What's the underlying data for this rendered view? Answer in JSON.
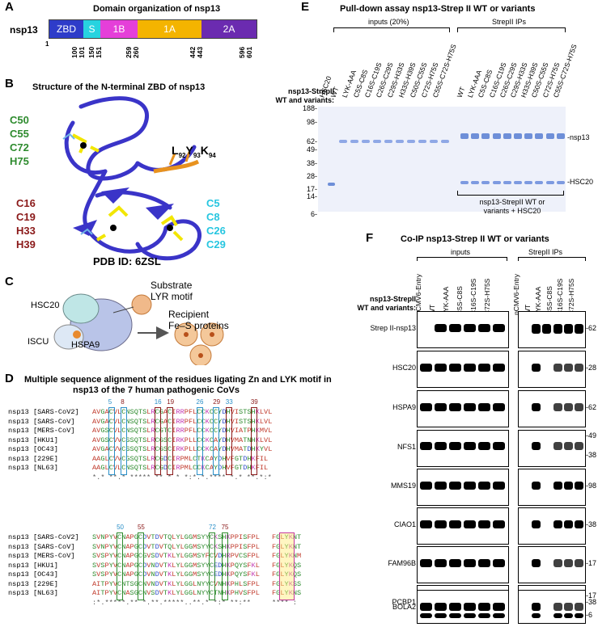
{
  "panelA": {
    "label": "A",
    "title": "Domain organization of nsp13",
    "protein": "nsp13",
    "domains": [
      {
        "name": "ZBD",
        "color": "#2e3cc9"
      },
      {
        "name": "S",
        "color": "#27d3e0"
      },
      {
        "name": "1B",
        "color": "#e53fd9"
      },
      {
        "name": "1A",
        "color": "#f4b400"
      },
      {
        "name": "2A",
        "color": "#6b2bb0"
      }
    ],
    "ticks": [
      "1",
      "100",
      "101",
      "150",
      "151",
      "259",
      "260",
      "442",
      "443",
      "596",
      "601"
    ]
  },
  "panelB": {
    "label": "B",
    "title": "Structure of the N-terminal ZBD of nsp13",
    "green_residues": [
      "C50",
      "C55",
      "C72",
      "H75"
    ],
    "red_residues": [
      "C16",
      "C19",
      "H33",
      "H39"
    ],
    "cyan_residues": [
      "C5",
      "C8",
      "C26",
      "C29"
    ],
    "lyk_motif": {
      "L": "L",
      "l_sub": "92",
      "Y": "Y",
      "y_sub": "93",
      "K": "K",
      "k_sub": "94"
    },
    "pdb": "PDB ID: 6ZSL"
  },
  "panelC": {
    "label": "C",
    "hsc20": "HSC20",
    "iscu": "ISCU",
    "hspa9": "HSPA9",
    "substrate": "Substrate",
    "lyr": "LYR motif",
    "recipient": "Recipient",
    "fes": "Fe–S proteins"
  },
  "panelD": {
    "label": "D",
    "title_line1": "Multiple sequence alignment of the residues ligating Zn and LYK motif in",
    "title_line2": "nsp13 of the 7 human pathogenic CoVs",
    "block1_numbers": {
      "n5": "5",
      "n8": "8",
      "n16": "16",
      "n19": "19",
      "n26": "26",
      "n29": "29",
      "n33": "33",
      "n39": "39"
    },
    "block2_numbers": {
      "n50": "50",
      "n55": "55",
      "n72": "72",
      "n75": "75"
    },
    "names": [
      "nsp13 [SARS-CoV2]",
      "nsp13 [SARS-CoV]",
      "nsp13 [MERS-CoV]",
      "nsp13 [HKU1]",
      "nsp13 [OC43]",
      "nsp13 [229E]",
      "nsp13 [NL63]"
    ],
    "block1_seqs": [
      "AVGACVLCNSQTSLRCGACIRRPFLCCKCCYDHVISTSHKLVL",
      "AVGACVLCNSQTSLRCGACIRRPFLCCKCCYDHVISTSHKLVL",
      "AVGSCVLCNSQTSLRCGTCIRRPFLCCKCCYDHVIATPHKMVL",
      "AVGSCVVCSSQTSLRCGSCIRKPLLCCKCAYDHVMATNHKLVL",
      "AVGACVVCSSQTSLRCGSCIRKPLLCCKCAYDHVMATDHKYVL",
      "AAGLCVVCGSQTSLRCGDCIRPMLCTKCAYDHVFGTDHKFIL",
      "AAGLCVLCNSQTSLRCGDCIRPMLCCKCAYDHVFGTDHKFIL"
    ],
    "block1_cons": "*.* **.* ***** ** * * *:*.*.**** *.* **.*:*",
    "block2_seqs": [
      "SVNPYVCNAPGCDVTDVTQLYLGGMSYYCKSHKPPISFPL",
      "SVNPYVCNAPGCDVTDVTQLYLGGMSYYCKSHKPPISFPL",
      "SVSPYVCNAPGCGVSDVTKLYLGGMSYFCVDHRPVCSFPL",
      "SVSPYVCNAPGCDVNDVTKLYLGGMSYYCEDHKPQYSFKL",
      "SVSPYVCNAPGCDVNDVTKLYLGGMSYYCEDHKPQYSFKL",
      "AITPYVCNTSGCNVNDVTKLYLGGLNYYCVNHKPHLSFPL",
      "AITPYVCNASGCNVSDVTKLYLGGLNYYCTNHKPHVSFPL"
    ],
    "block2_tails": [
      "FGLYKNT",
      "FGLYKNT",
      "FGLYKNM",
      "FGLYKQS",
      "FGLYKQS",
      "FGLYKSS",
      "FGLYKNS"
    ],
    "block2_cons": ":*.*****.** *.**.*****..**.* *:* **:**",
    "block2_tail_cons": "**** :"
  },
  "panelE": {
    "label": "E",
    "title": "Pull-down assay nsp13-Strep II WT or variants",
    "inputs": "inputs (20%)",
    "ips": "StrepII IPs",
    "side_label_1": "nsp13-StrepII",
    "side_label_2": "WT and variants:",
    "lanes_left": [
      "HSC20",
      "WT",
      "LYK-AAA",
      "C5S-C8S",
      "C16S-C19S",
      "C26S-C29S",
      "C29S-H33S",
      "H33S-H39S",
      "C50S-C55S",
      "C72S-H75S",
      "C55S-C72S-H75S"
    ],
    "lanes_right": [
      "WT",
      "LYK-AAA",
      "C5S-C8S",
      "C16S-C19S",
      "C26S-C29S",
      "C29S-H33S",
      "H33S-H39S",
      "C50S-C55S",
      "C72S-H75S",
      "C55S-C72S-H75S"
    ],
    "mw": [
      "188-",
      "98-",
      "62-",
      "49-",
      "38-",
      "28-",
      "17-",
      "14-",
      "6-"
    ],
    "right_nsp13": "-nsp13",
    "right_hsc20": "-HSC20",
    "bracket_1": "nsp13-StrepII WT or",
    "bracket_2": "variants + HSC20"
  },
  "panelF": {
    "label": "F",
    "title": "Co-IP nsp13-Strep II WT or variants",
    "inputs": "inputs",
    "ips": "StrepII IPs",
    "side_label_1": "nsp13-StrepII",
    "side_label_2": "WT and variants:",
    "lanes": [
      "pCMV6-Entry",
      "WT",
      "LYK-AAA",
      "C5S-C8S",
      "C16S-C19S",
      "C72S-H75S",
      "pCMV6-Entry",
      "WT",
      "LYK-AAA",
      "C5S-C8S",
      "C16S-C19S",
      "C72S-H75S"
    ],
    "blots": [
      {
        "name": "Strep II-nsp13",
        "mw": "-62"
      },
      {
        "name": "HSC20",
        "mw": "-28"
      },
      {
        "name": "HSPA9",
        "mw": "-62"
      },
      {
        "name": "NFS1",
        "mw": "-49",
        "mw2": "-38"
      },
      {
        "name": "MMS19",
        "mw": "-98"
      },
      {
        "name": "CIAO1",
        "mw": "-38"
      },
      {
        "name": "FAM96B",
        "mw": "-17"
      },
      {
        "name": "PCBP1",
        "mw": "-38"
      },
      {
        "name": "BOLA2",
        "mw": "-17",
        "mw2": "-6"
      }
    ]
  }
}
